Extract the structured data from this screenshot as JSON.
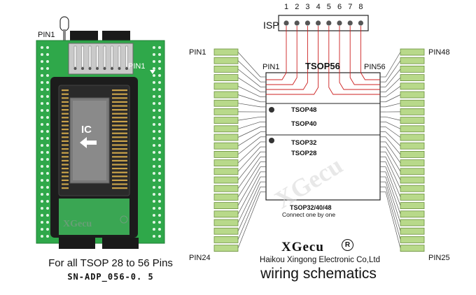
{
  "adapter": {
    "pin1_label": "PIN1",
    "pin1_inner_label": "PIN1",
    "chip_label": "IC",
    "brand_logo": "XGecu",
    "caption": "For all TSOP  28  to  56 Pins",
    "model": "SN-ADP_056-0. 5"
  },
  "schematic": {
    "isp_label": "ISP",
    "isp_pin_numbers": [
      "1",
      "2",
      "3",
      "4",
      "5",
      "6",
      "7",
      "8"
    ],
    "left_top_label": "PIN1",
    "left_bottom_label": "PIN24",
    "right_top_label": "PIN48",
    "right_bottom_label": "PIN25",
    "chip_pin1_label": "PIN1",
    "chip_title": "TSOP56",
    "chip_pin56_label": "PIN56",
    "tsop48": "TSOP48",
    "tsop40": "TSOP40",
    "tsop32": "TSOP32",
    "tsop28": "TSOP28",
    "note_line1": "TSOP32/40/48",
    "note_line2": "Connect one by one",
    "watermark": "XGecu",
    "brand": "XGecu",
    "registered": "R",
    "company": "Haikou Xingong Electronic Co,Ltd",
    "title": "wiring schematics"
  },
  "colors": {
    "pcb_green": "#2fa84a",
    "socket_black": "#1c1c1c",
    "pad_green": "#b8d98a",
    "isp_wire": "#cc2020"
  }
}
